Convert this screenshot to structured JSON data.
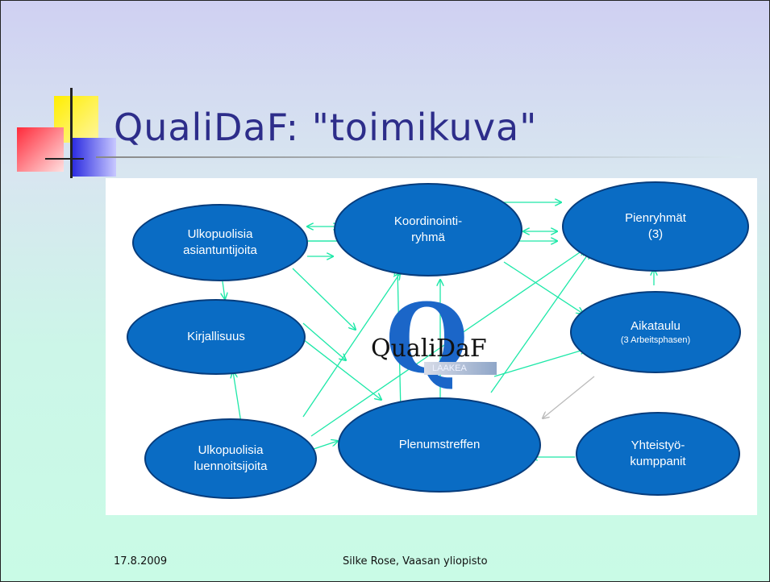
{
  "slide": {
    "title": "QualiDaF: \"toimikuva\"",
    "footer_date": "17.8.2009",
    "footer_author": "Silke Rose, Vaasan yliopisto"
  },
  "colors": {
    "node_fill": "#0a6cc4",
    "node_border": "#063c7c",
    "connector": "#1de8a8",
    "connector_gray": "#bbbbbb",
    "title": "#2d2d8a"
  },
  "logo": {
    "letter": "Q",
    "name": "QualiDaF",
    "subtitle": "LAAKEA"
  },
  "nodes": {
    "ulkopuolisia_asiantuntijoita": {
      "line1": "Ulkopuolisia",
      "line2": "asiantuntijoita"
    },
    "koordinointi": {
      "line1": "Koordinointi-",
      "line2": "ryhmä"
    },
    "pienryhmat": {
      "line1": "Pienryhmät",
      "line2": "(3)"
    },
    "kirjallisuus": {
      "line1": "Kirjallisuus"
    },
    "aikataulu": {
      "line1": "Aikataulu",
      "line2": "(3 Arbeitsphasen)"
    },
    "ulkopuolisia_luennoitsijoita": {
      "line1": "Ulkopuolisia",
      "line2": "luennoitsijoita"
    },
    "plenumstreffen": {
      "line1": "Plenumstreffen"
    },
    "yhteistyokumppanit": {
      "line1": "Yhteistyö-",
      "line2": "kumppanit"
    }
  }
}
